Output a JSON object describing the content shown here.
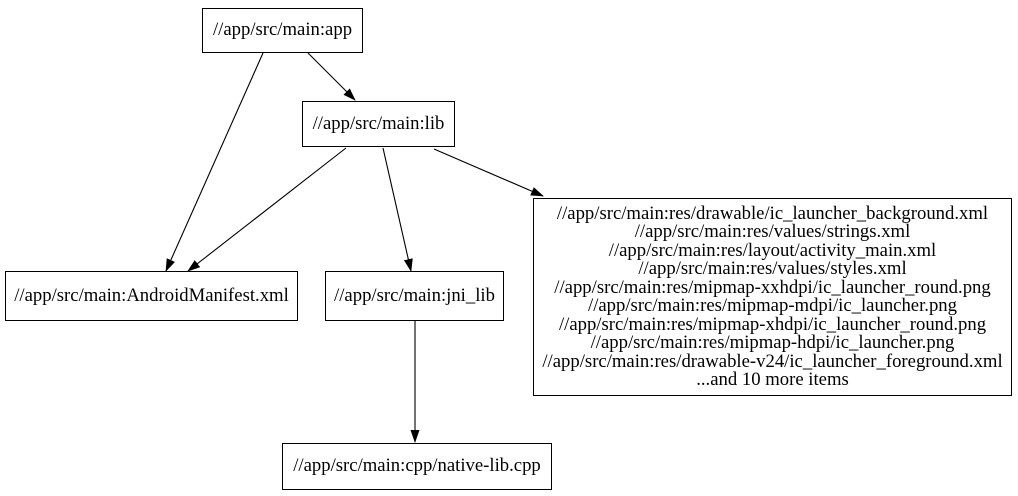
{
  "graph": {
    "colors": {
      "background": "#ffffff",
      "node_fill": "#ffffff",
      "node_border": "#000000",
      "edge": "#000000",
      "text": "#000000"
    },
    "nodes": {
      "app": {
        "label": "//app/src/main:app"
      },
      "lib": {
        "label": "//app/src/main:lib"
      },
      "android_manifest": {
        "label": "//app/src/main:AndroidManifest.xml"
      },
      "jni_lib": {
        "label": "//app/src/main:jni_lib"
      },
      "res_group": {
        "lines": [
          "//app/src/main:res/drawable/ic_launcher_background.xml",
          "//app/src/main:res/values/strings.xml",
          "//app/src/main:res/layout/activity_main.xml",
          "//app/src/main:res/values/styles.xml",
          "//app/src/main:res/mipmap-xxhdpi/ic_launcher_round.png",
          "//app/src/main:res/mipmap-mdpi/ic_launcher.png",
          "//app/src/main:res/mipmap-xhdpi/ic_launcher_round.png",
          "//app/src/main:res/mipmap-hdpi/ic_launcher.png",
          "//app/src/main:res/drawable-v24/ic_launcher_foreground.xml",
          "...and 10 more items"
        ]
      },
      "native_lib_cpp": {
        "label": "//app/src/main:cpp/native-lib.cpp"
      }
    },
    "edges": [
      {
        "from": "app",
        "to": "lib"
      },
      {
        "from": "app",
        "to": "android_manifest"
      },
      {
        "from": "lib",
        "to": "android_manifest"
      },
      {
        "from": "lib",
        "to": "jni_lib"
      },
      {
        "from": "lib",
        "to": "res_group"
      },
      {
        "from": "jni_lib",
        "to": "native_lib_cpp"
      }
    ]
  }
}
